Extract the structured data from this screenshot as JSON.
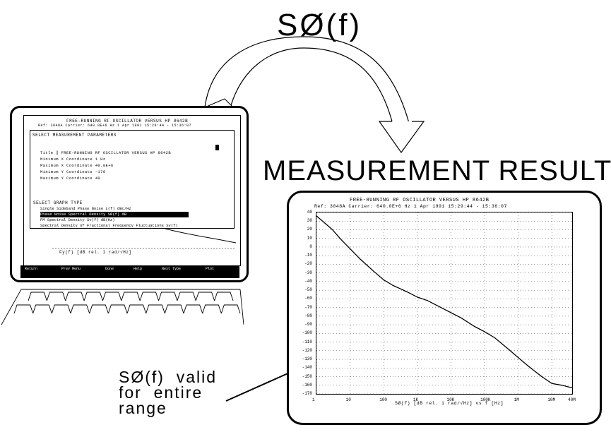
{
  "labels": {
    "sphi_top": "SØ(f)",
    "measurement_result": "MEASUREMENT  RESULT",
    "note_lines": [
      "SØ(f)  valid",
      "for  entire",
      "range"
    ]
  },
  "laptop_screen": {
    "title": "FREE-RUNNING RF OSCILLATOR VERSUS HP 8642B",
    "subtitle": "Ref: 3048A  Carrier: 640.0E+6 Hz     1 Apr 1991  15:29:44 - 15:36:07",
    "dialog_header": "SELECT MEASUREMENT PARAMETERS",
    "params": [
      "Title ║ FREE-RUNNING RF OSCILLATOR VERSUS HP 8642B",
      "Minimum X Coordinate           1   Hz",
      "Maximum X Coordinate           40.0E+6",
      "Minimum Y Coordinate          -170",
      "Maximum Y Coordinate           40"
    ],
    "graph_type_label": "SELECT GRAPH TYPE",
    "graph_types": [
      "Single Sideband Phase Noise  L(f) dBc/Hz",
      "Phase Noise Spectral Density  SØ(f)  dB",
      "FM Spectral Density  Sv(f)  dB(Hz)",
      "Spectral Density of Fractional Frequency Fluctuations  Sy(f)"
    ],
    "selected_graph_index": 1,
    "axis_label": "Fy(f)  [dB rel. 1 rad/√Hz]",
    "softkeys": [
      "Return",
      "Prev Menu",
      "Done",
      "Help",
      "Next Type",
      "Plot"
    ]
  },
  "result_screen": {
    "title": "FREE-RUNNING RF OSCILLATOR VERSUS HP 8642B",
    "subtitle": "Ref: 3048A  Carrier: 640.0E+6 Hz     1 Apr 1991  15:29:44 - 15:36:07",
    "x_label": "SØ(f) [dB rel. 1 rad/√Hz] vs f [Hz]"
  },
  "chart_data": {
    "type": "line",
    "title": "FREE-RUNNING RF OSCILLATOR VERSUS HP 8642B",
    "xlabel": "SØ(f) [dB rel. 1 rad/√Hz] vs f [Hz]",
    "ylabel": "",
    "x_scale": "log",
    "xlim": [
      1,
      40000000
    ],
    "ylim": [
      -170,
      40
    ],
    "grid": true,
    "y_ticks": [
      40,
      30,
      20,
      10,
      0,
      -10,
      -20,
      -30,
      -40,
      -50,
      -60,
      -70,
      -80,
      -90,
      -100,
      -110,
      -120,
      -130,
      -140,
      -150,
      -160,
      -170
    ],
    "x_ticks": [
      {
        "v": 1,
        "label": "1"
      },
      {
        "v": 10,
        "label": "10"
      },
      {
        "v": 100,
        "label": "100"
      },
      {
        "v": 1000,
        "label": "1K"
      },
      {
        "v": 10000,
        "label": "10K"
      },
      {
        "v": 100000,
        "label": "100K"
      },
      {
        "v": 1000000,
        "label": "1M"
      },
      {
        "v": 10000000,
        "label": "10M"
      },
      {
        "v": 40000000,
        "label": "40M"
      }
    ],
    "series": [
      {
        "x": [
          1,
          2,
          3,
          5,
          10,
          20,
          50,
          100,
          200,
          300,
          500,
          1000,
          2000,
          5000,
          10000,
          20000,
          50000,
          100000,
          200000,
          500000,
          1000000,
          2000000,
          5000000,
          10000000,
          20000000,
          40000000
        ],
        "y": [
          36,
          26,
          20,
          10,
          -2,
          -14,
          -28,
          -38,
          -45,
          -48,
          -52,
          -58,
          -62,
          -70,
          -76,
          -82,
          -92,
          -98,
          -105,
          -118,
          -128,
          -138,
          -150,
          -158,
          -160,
          -163
        ]
      }
    ]
  }
}
